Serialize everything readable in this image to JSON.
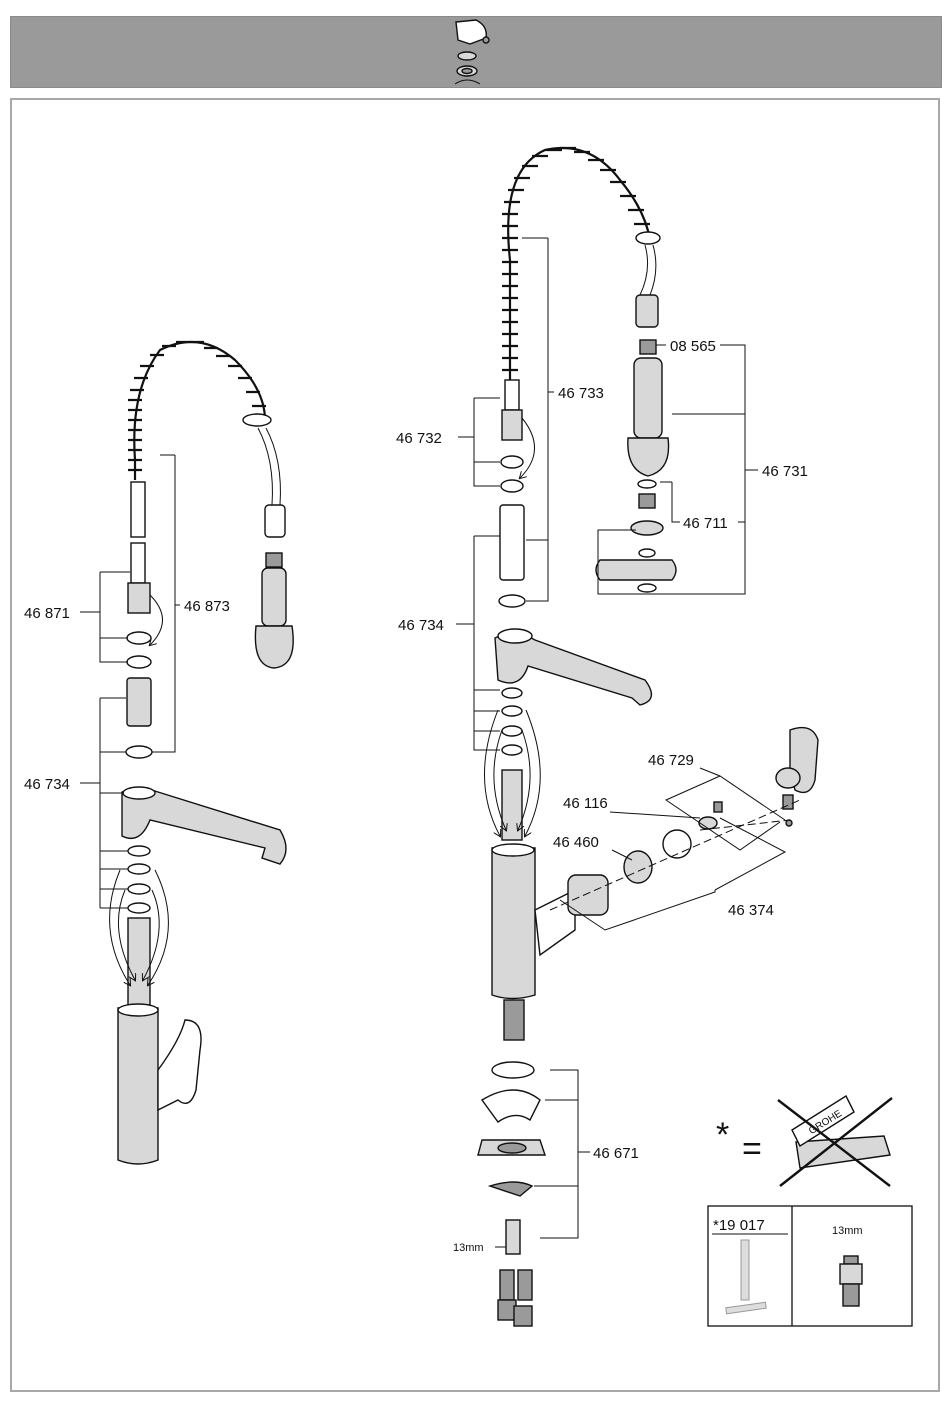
{
  "header": {
    "icon": "faucet-handle-icon"
  },
  "labels": {
    "left_46871": "46 871",
    "left_46873": "46 873",
    "left_46734": "46 734",
    "r_08565": "08 565",
    "r_46733": "46 733",
    "r_46732": "46 732",
    "r_46731": "46 731",
    "r_46711": "46 711",
    "r_46734": "46 734",
    "r_46729": "46 729",
    "r_46116": "46 116",
    "r_46460": "46 460",
    "r_46374": "46 374",
    "r_46671": "46 671",
    "r_13mm": "13mm"
  },
  "legend": {
    "star": "*",
    "equals": "=",
    "brand": "GROHE",
    "tool_code": "*19 017",
    "tool_size": "13mm"
  }
}
